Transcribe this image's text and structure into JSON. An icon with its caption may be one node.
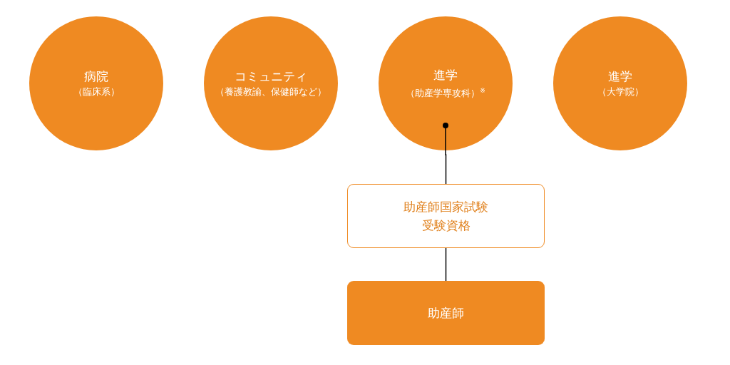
{
  "diagram": {
    "nodes": [
      {
        "text": [
          "病院",
          "（臨床系）"
        ]
      },
      {
        "text": [
          "コミュニティ",
          "（養護教諭、保健師など）"
        ]
      },
      {
        "text": [
          "進学",
          "（助産学専攻科）$^{※}$"
        ]
      },
      {
        "text": [
          "進学",
          "（大学院）"
        ]
      },
      {
        "text": [
          "助産師国家試験受験資格"
        ]
      },
      {
        "text": [
          "助産師"
        ]
      }
    ],
    "edges": [
      {
        "from": 2,
        "to": 4,
        "arrow": "other"
      },
      {
        "from": 4,
        "to": 5,
        "arrow": "none"
      }
    ]
  }
}
